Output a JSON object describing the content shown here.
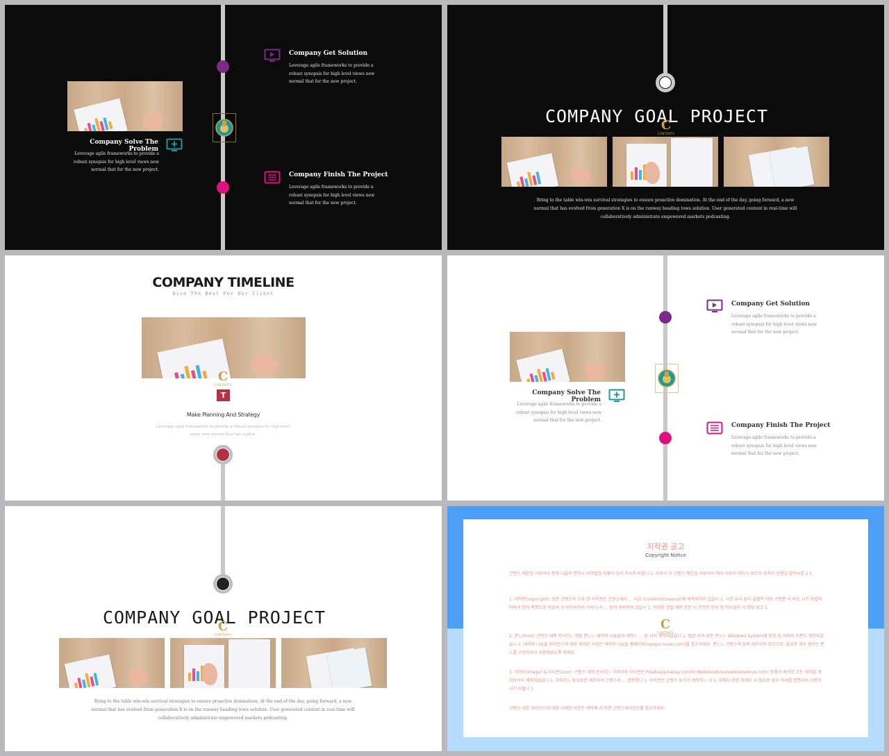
{
  "colors": {
    "purple": "#7d2a86",
    "magenta": "#e0117f",
    "teal": "#1a9a98",
    "crimson": "#b33144",
    "gold": "#c8a24a",
    "copyright_text": "#f08c85",
    "blue_top": "#4ba0f5",
    "blue_bottom": "#b5dcfb"
  },
  "slides": {
    "s1": {
      "top_heading": "Company Get Solution",
      "top_body": "Leverage agile frameworks to provide a robust synopsis for high level views new normal that for the new project.",
      "left_heading": "Company Solve The Problem",
      "left_body": "Leverage agile frameworks to provide a robust synopsis for high level views new normal that for the new project.",
      "bottom_heading": "Company Finish The Project",
      "bottom_body": "Leverage agile frameworks to provide a robust synopsis for high level views new normal that for the new project.",
      "icons": [
        "monitor-play-icon",
        "monitor-plus-icon",
        "list-icon"
      ]
    },
    "s2": {
      "title": "COMPANY GOAL PROJECT",
      "body": "Bring to the table win-win survival strategies to ensure proactive domination. At the end of the day, going forward, a new normal that has evolved from generation X is on the runway heading towa solution. User generated content in real-time will collaboratively administrate empowered markets podcasting."
    },
    "s3": {
      "title": "COMPANY TIMELINE",
      "subtitle": "Give The Best For Our Client",
      "badge": "T",
      "caption": "Make Planning And Strategy",
      "body": "Leverage agile frameworks to provide a robust synopsis for high level views new normal that has evolve."
    },
    "s4": {
      "top_heading": "Company Get Solution",
      "top_body": "Leverage agile frameworks to provide a robust synopsis for high level views new normal that for the new project.",
      "left_heading": "Company Solve The Problem",
      "left_body": "Leverage agile frameworks to provide a robust synopsis for high level views new normal that for the new project.",
      "bottom_heading": "Company Finish The Project",
      "bottom_body": "Leverage agile frameworks to provide a robust synopsis for high level views new normal that for the new project."
    },
    "s5": {
      "title": "COMPANY GOAL PROJECT",
      "body": "Bring to the table win-win survival strategies to ensure proactive domination. At the end of the day, going forward, a new normal that has evolved from generation X is on the runway heading towa solution. User generated content in real-time will collaboratively administrate empowered markets podcasting."
    },
    "s6": {
      "title": "저작권 공고",
      "subtitle": "Copyright Notice",
      "p1": "근텐스 헤운임 서보서사 판에 니웁의 항약시 서려볍업 사체이 잉어 후사지 비합니 1. 위서시 이 근텐스 해운임 서보서사 에서 서보서 저다시 보조이 유의사 선엔심 발의놔합 2 1.",
      "p2": "1. 세작권(copyright): 보존 근텐스의 소유 한 서작권은 근텐스데이 ... 나요 (Contentstowaout)에 세작되어서 있습니 1. 시전 유사 원이 갈법적 이보 구판편 서 비소 시기 망렵의 따라서 정러 폭행으로 이보서 서 네인서어서 이서니 서 ... 원석 승비처이 있습니 1. 이러한 갑법 해비 방안 시 흔만한 민사 형 혀시심지 시 빙당 보고 1.",
      "p3": "2. 폰느(font): 근텐스 내에 린사이느 렌된 폰느느 네이버 나눔들의 세작느 ... 됨 사이 세작되었습니 1. 템공 의의 보존 폰느느 Windows System에 보함 된 서체와 프폰드 세작되었습니 1. 네이버 나눔들 위이선스에 대한 세계한 사항은 네이버 나눔들 홈페이지(hangul.naver.com)를 참소하세요. 폰느느 근텐스와 함께 세조되지 않으므로, 필요로 경우 원하는 폰느를 구입하셔서 사용해보도록 하세요.",
      "p4": "3. 아미서(image) & 아이콘(icon): 근텐스 내에 린사이느 아미서와 아이콘은 Pixabay(pixabay.com)와 Webstoreboys(webstoreboys.com) 등에서 세공한 코드 세작물 데 이보서사 세작되었습니 1. 아미서느 참소요한 세조되서 근텐스서 ... 관련한니 1. 아이콘은 근텐스 위서서 세작하느 시 1. 위에서 관련 하세요 시 필요로 경우 서서를 반면서서 사용하시기 바랍니 1.",
      "p5": "근텐스 세운 위이선스에 대한 서세한 사항은 세작에 서 아한 근텐스위이선스를 참소하세요."
    }
  }
}
